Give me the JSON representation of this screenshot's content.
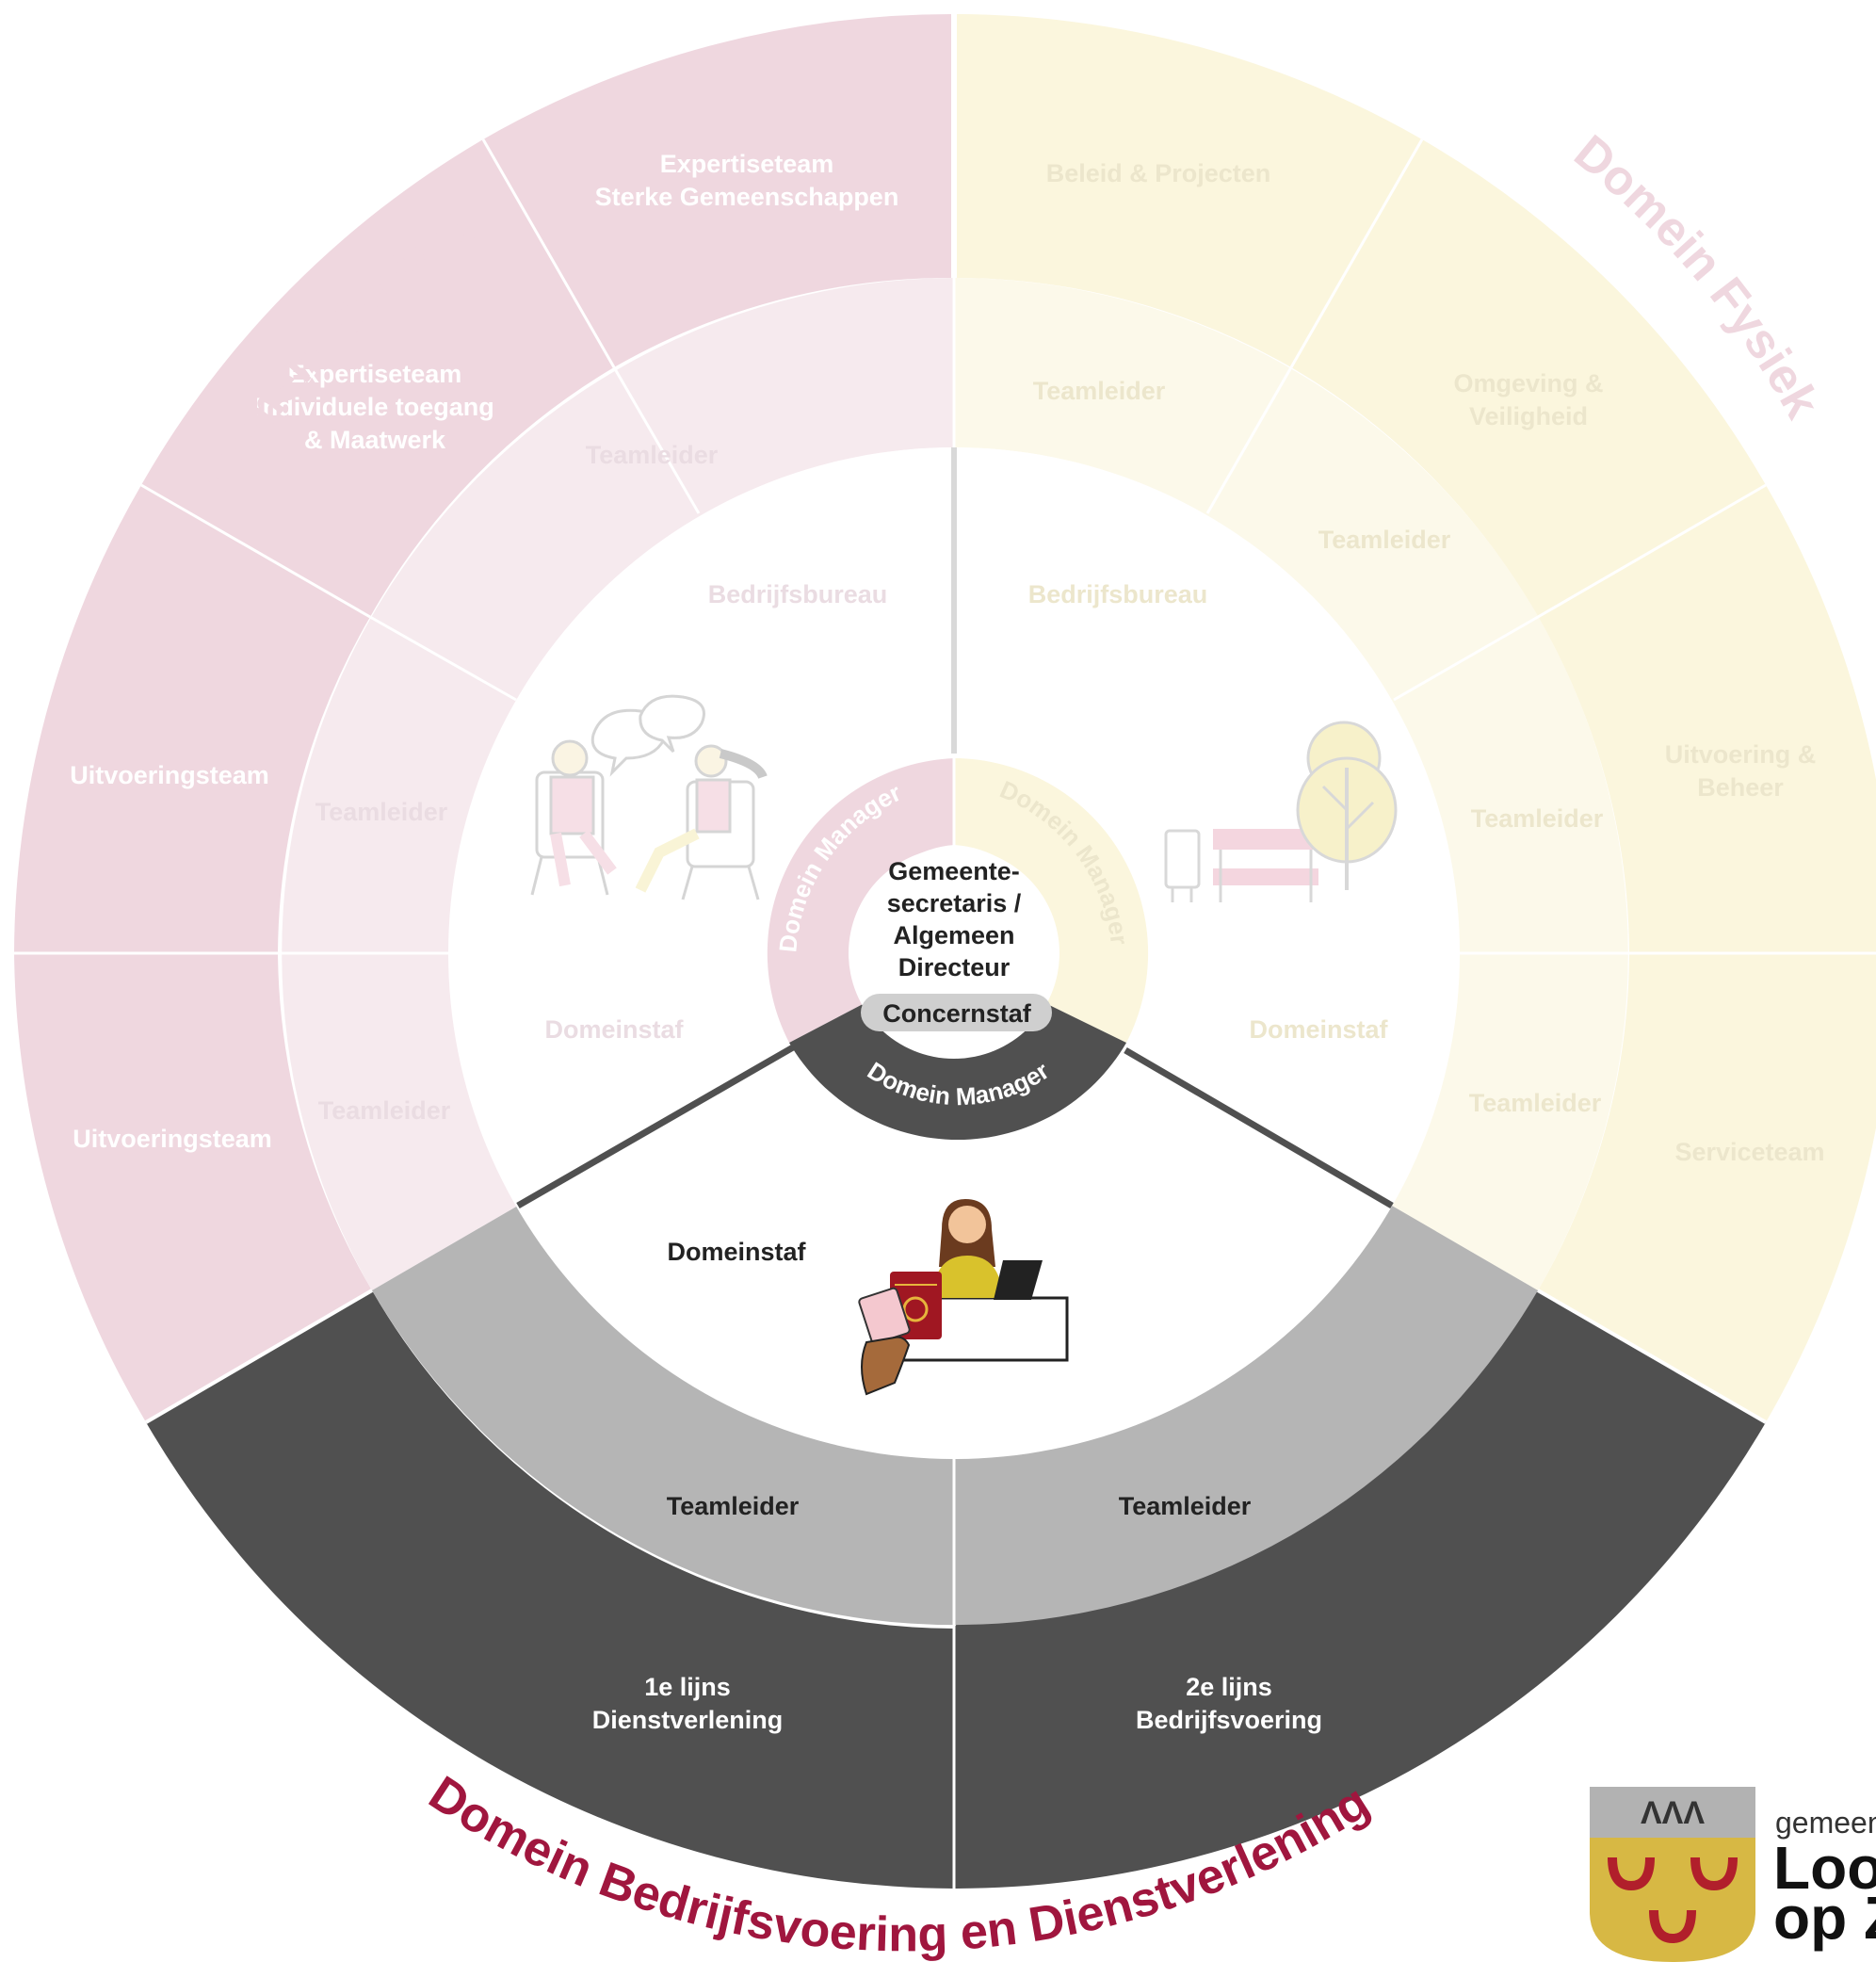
{
  "center": {
    "line1": "Gemeente-",
    "line2": "secretaris /",
    "line3": "Algemeen",
    "line4": "Directeur",
    "staff_label": "Concernstaf"
  },
  "domain_manager": {
    "left": "Domein Manager",
    "right": "Domein Manager",
    "bottom": "Domein Manager"
  },
  "domains": {
    "sociaal": {
      "title": "Domein Sociaal",
      "color": "#efd7df",
      "teams": {
        "t1": [
          "Expertiseteam",
          "Sterke Gemeenschappen"
        ],
        "t2": [
          "Expertiseteam",
          "Individuele toegang",
          "& Maatwerk"
        ],
        "t3": "Uitvoeringsteam",
        "t4": "Uitvoeringsteam"
      },
      "teamleider": "Teamleider",
      "bureau": "Bedrijfsbureau",
      "staff": "Domeinstaf"
    },
    "fysiek": {
      "title": "Domein Fysiek",
      "color": "#fbf6dd",
      "teams": {
        "t1": "Beleid & Projecten",
        "t2": [
          "Omgeving &",
          "Veiligheid"
        ],
        "t3": [
          "Uitvoering &",
          "Beheer"
        ],
        "t4": "Serviceteam"
      },
      "teamleider": "Teamleider",
      "bureau": "Bedrijfsbureau",
      "staff": "Domeinstaf"
    },
    "bedrijfsvoering": {
      "title": "Domein Bedrijfsvoering en Dienstverlening",
      "color": "#505050",
      "teams": {
        "t1": [
          "1e lijns",
          "Dienstverlening"
        ],
        "t2": [
          "2e lijns",
          "Bedrijfsvoering"
        ]
      },
      "teamleider": "Teamleider",
      "staff": "Domeinstaf"
    }
  },
  "logo": {
    "prefix": "gemeen",
    "line1": "Loo",
    "line2": "op Z"
  },
  "icons": [
    "people-talking-icon",
    "park-bench-tree-icon",
    "desk-reception-icon",
    "municipal-crest-icon"
  ]
}
